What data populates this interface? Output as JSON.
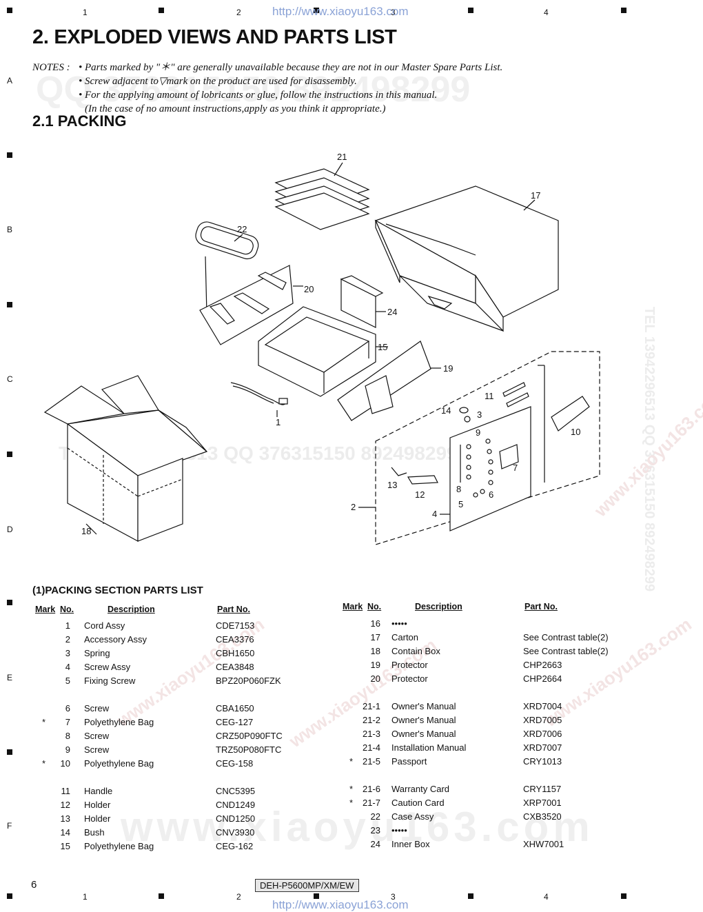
{
  "header": {
    "url_top": "http://www.xiaoyu163.com",
    "url_bottom": "http://www.xiaoyu163.com",
    "column_numbers": [
      "1",
      "2",
      "3",
      "4"
    ],
    "row_letters": [
      "A",
      "B",
      "C",
      "D",
      "E",
      "F"
    ]
  },
  "title": "2. EXPLODED VIEWS AND PARTS LIST",
  "notes": {
    "head": "NOTES :",
    "lines": [
      "• Parts marked by  \"＊\"  are generally unavailable because they are not in our Master Spare Parts List.",
      "• Screw adjacent to▽mark on the product are used for disassembly.",
      "• For the applying amount of lobricants or glue, follow the instructions in this manual.",
      "(In the case of no amount instructions,apply as you think it appropriate.)"
    ]
  },
  "section_title": "2.1  PACKING",
  "watermarks": {
    "qq": "QQ 376315150  892498299",
    "tel_qq": "TEL 13942296513   QQ 376315150  892498299",
    "side": "TEL 13942296513  QQ 376315150  892498299",
    "big_url": "www.xiaoyu163.com",
    "diag": "www.xiaoyu163.com"
  },
  "diagram": {
    "callouts": [
      "21",
      "17",
      "22",
      "20",
      "24",
      "15",
      "19",
      "11",
      "14",
      "3",
      "10",
      "1",
      "9",
      "7",
      "13",
      "12",
      "8",
      "6",
      "5",
      "2",
      "4",
      "18"
    ]
  },
  "parts_list": {
    "title": "(1)PACKING SECTION PARTS LIST",
    "headers": {
      "mark": "Mark",
      "no": "No.",
      "description": "Description",
      "part_no": "Part No."
    },
    "left": [
      {
        "mark": "",
        "no": "1",
        "desc": "Cord Assy",
        "part": "CDE7153"
      },
      {
        "mark": "",
        "no": "2",
        "desc": "Accessory Assy",
        "part": "CEA3376"
      },
      {
        "mark": "",
        "no": "3",
        "desc": "Spring",
        "part": "CBH1650"
      },
      {
        "mark": "",
        "no": "4",
        "desc": "Screw Assy",
        "part": "CEA3848"
      },
      {
        "mark": "",
        "no": "5",
        "desc": "Fixing Screw",
        "part": "BPZ20P060FZK"
      },
      {
        "mark": "",
        "no": "6",
        "desc": "Screw",
        "part": "CBA1650"
      },
      {
        "mark": "*",
        "no": "7",
        "desc": "Polyethylene Bag",
        "part": "CEG-127"
      },
      {
        "mark": "",
        "no": "8",
        "desc": "Screw",
        "part": "CRZ50P090FTC"
      },
      {
        "mark": "",
        "no": "9",
        "desc": "Screw",
        "part": "TRZ50P080FTC"
      },
      {
        "mark": "*",
        "no": "10",
        "desc": "Polyethylene Bag",
        "part": "CEG-158"
      },
      {
        "mark": "",
        "no": "11",
        "desc": "Handle",
        "part": "CNC5395"
      },
      {
        "mark": "",
        "no": "12",
        "desc": "Holder",
        "part": "CND1249"
      },
      {
        "mark": "",
        "no": "13",
        "desc": "Holder",
        "part": "CND1250"
      },
      {
        "mark": "",
        "no": "14",
        "desc": "Bush",
        "part": "CNV3930"
      },
      {
        "mark": "",
        "no": "15",
        "desc": "Polyethylene Bag",
        "part": "CEG-162"
      }
    ],
    "right": [
      {
        "mark": "",
        "no": "16",
        "desc": "•••••",
        "part": ""
      },
      {
        "mark": "",
        "no": "17",
        "desc": "Carton",
        "part": "See Contrast table(2)"
      },
      {
        "mark": "",
        "no": "18",
        "desc": "Contain Box",
        "part": "See Contrast table(2)"
      },
      {
        "mark": "",
        "no": "19",
        "desc": "Protector",
        "part": "CHP2663"
      },
      {
        "mark": "",
        "no": "20",
        "desc": "Protector",
        "part": "CHP2664"
      },
      {
        "mark": "",
        "no": "21-1",
        "desc": "Owner's Manual",
        "part": "XRD7004"
      },
      {
        "mark": "",
        "no": "21-2",
        "desc": "Owner's Manual",
        "part": "XRD7005"
      },
      {
        "mark": "",
        "no": "21-3",
        "desc": "Owner's Manual",
        "part": "XRD7006"
      },
      {
        "mark": "",
        "no": "21-4",
        "desc": "Installation Manual",
        "part": "XRD7007"
      },
      {
        "mark": "*",
        "no": "21-5",
        "desc": "Passport",
        "part": "CRY1013"
      },
      {
        "mark": "*",
        "no": "21-6",
        "desc": "Warranty Card",
        "part": "CRY1157"
      },
      {
        "mark": "*",
        "no": "21-7",
        "desc": "Caution Card",
        "part": "XRP7001"
      },
      {
        "mark": "",
        "no": "22",
        "desc": "Case Assy",
        "part": "CXB3520"
      },
      {
        "mark": "",
        "no": "23",
        "desc": "•••••",
        "part": ""
      },
      {
        "mark": "",
        "no": "24",
        "desc": "Inner Box",
        "part": "XHW7001"
      }
    ]
  },
  "footer": {
    "page_number": "6",
    "model": "DEH-P5600MP/XM/EW"
  }
}
